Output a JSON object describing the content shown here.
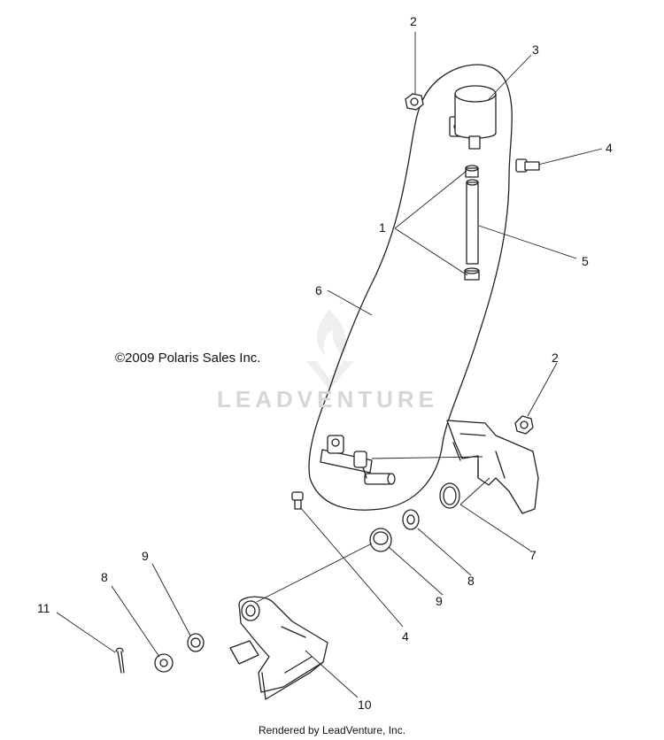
{
  "diagram": {
    "copyright": "©2009 Polaris Sales Inc.",
    "watermark": "LEADVENTURE",
    "footer": "Rendered by LeadVenture, Inc.",
    "callouts": {
      "c1": "1",
      "c2a": "2",
      "c2b": "2",
      "c3": "3",
      "c4a": "4",
      "c4b": "4",
      "c5": "5",
      "c6": "6",
      "c7": "7",
      "c8a": "8",
      "c8b": "8",
      "c9a": "9",
      "c9b": "9",
      "c10": "10",
      "c11": "11"
    }
  }
}
